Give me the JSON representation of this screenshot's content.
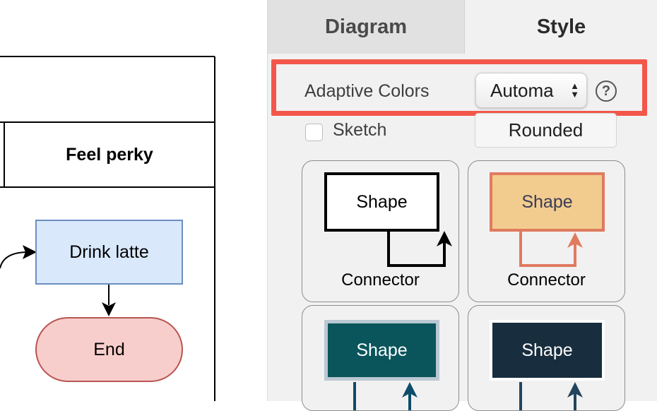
{
  "canvas": {
    "lane_header": "Feel perky",
    "nodes": {
      "drink_latte": "Drink latte",
      "end": "End"
    }
  },
  "panel": {
    "tabs": {
      "diagram": "Diagram",
      "style": "Style"
    },
    "adaptive_colors": {
      "label": "Adaptive Colors",
      "value": "Automatic",
      "help": "?"
    },
    "sketch": {
      "label": "Sketch",
      "checked": false
    },
    "rounded": {
      "label": "Rounded"
    },
    "style_cards": [
      {
        "shape": "Shape",
        "connector": "Connector",
        "fill": "#ffffff",
        "stroke": "#000000",
        "text_color": "#000000",
        "edge_color": "#000000"
      },
      {
        "shape": "Shape",
        "connector": "Connector",
        "fill": "#f2cc8f",
        "stroke": "#e07a5f",
        "text_color": "#393c56",
        "edge_color": "#e07a5f"
      },
      {
        "shape": "Shape",
        "connector": "",
        "fill": "#09555b",
        "stroke": "#bac8d3",
        "text_color": "#ffffff",
        "edge_color": "#0b4d6a"
      },
      {
        "shape": "Shape",
        "connector": "",
        "fill": "#182e3e",
        "stroke": "#ffffff",
        "text_color": "#ffffff",
        "edge_color": "#23445d"
      }
    ]
  },
  "colors": {
    "highlight": "#f3574b",
    "latte_fill": "#dae8fc",
    "latte_stroke": "#6c8ebf",
    "end_fill": "#f8cecc",
    "end_stroke": "#b85450"
  }
}
